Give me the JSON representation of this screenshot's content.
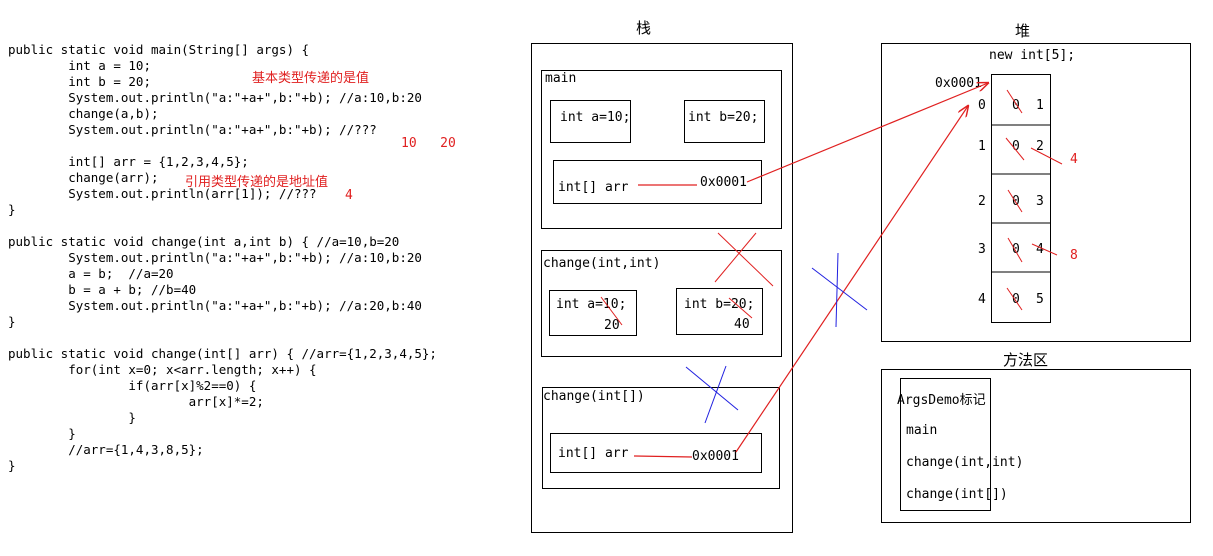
{
  "code_lines": [
    "public static void main(String[] args) {",
    "        int a = 10;",
    "        int b = 20;",
    "        System.out.println(\"a:\"+a+\",b:\"+b); //a:10,b:20",
    "        change(a,b);",
    "        System.out.println(\"a:\"+a+\",b:\"+b); //???",
    "",
    "        int[] arr = {1,2,3,4,5};",
    "        change(arr);",
    "        System.out.println(arr[1]); //???",
    "}",
    "",
    "public static void change(int a,int b) { //a=10,b=20",
    "        System.out.println(\"a:\"+a+\",b:\"+b); //a:10,b:20",
    "        a = b;  //a=20",
    "        b = a + b; //b=40",
    "        System.out.println(\"a:\"+a+\",b:\"+b); //a:20,b:40",
    "}",
    "",
    "public static void change(int[] arr) { //arr={1,2,3,4,5};",
    "        for(int x=0; x<arr.length; x++) {",
    "                if(arr[x]%2==0) {",
    "                        arr[x]*=2;",
    "                }",
    "        }",
    "        //arr={1,4,3,8,5};",
    "}"
  ],
  "annotations": {
    "primitive_note": "基本类型传递的是值",
    "primitive_result": "10   20",
    "reference_note": "引用类型传递的是地址值",
    "reference_result": "4"
  },
  "stack": {
    "title": "栈",
    "main_frame": {
      "label": "main",
      "var_a": "int a=10;",
      "var_b": "int b=20;",
      "arr_label": "int[] arr",
      "arr_addr": "0x0001"
    },
    "change_int_frame": {
      "label": "change(int,int)",
      "var_a": "int a=10;",
      "var_a_new": "20",
      "var_b": "int b=20;",
      "var_b_new": "40"
    },
    "change_arr_frame": {
      "label": "change(int[])",
      "arr_label": "int[] arr",
      "arr_addr": "0x0001"
    }
  },
  "heap": {
    "title": "堆",
    "object_label": "new int[5];",
    "address": "0x0001",
    "indices": [
      "0",
      "1",
      "2",
      "3",
      "4"
    ],
    "values": [
      "1",
      "2",
      "3",
      "4",
      "5"
    ],
    "initial_values": [
      "0",
      "0",
      "0",
      "0",
      "0"
    ],
    "updated": [
      {
        "index": 1,
        "value": "4"
      },
      {
        "index": 3,
        "value": "8"
      }
    ]
  },
  "method_area": {
    "title": "方法区",
    "class_label": "ArgsDemo标记",
    "methods": [
      "main",
      "change(int,int)",
      "change(int[])"
    ]
  },
  "colors": {
    "annotation": "#e02020",
    "cross_blue": "#2020e0",
    "arrow_red": "#e02020"
  }
}
